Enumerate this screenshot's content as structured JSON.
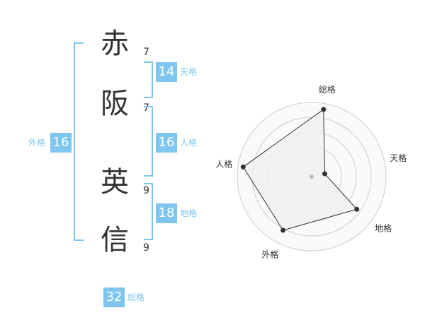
{
  "name": {
    "chars": [
      {
        "char": "赤",
        "strokes": "7"
      },
      {
        "char": "阪",
        "strokes": "7"
      },
      {
        "char": "英",
        "strokes": "9"
      },
      {
        "char": "信",
        "strokes": "9"
      }
    ]
  },
  "fortune": {
    "tenkaku": {
      "label": "天格",
      "value": "14"
    },
    "jinkaku": {
      "label": "人格",
      "value": "16"
    },
    "chikaku": {
      "label": "地格",
      "value": "18"
    },
    "gaikaku": {
      "label": "外格",
      "value": "16"
    },
    "soukaku": {
      "label": "総格",
      "value": "32"
    }
  },
  "chart_data": {
    "type": "radar",
    "axes": [
      "総格",
      "天格",
      "地格",
      "外格",
      "人格"
    ],
    "values": [
      0.92,
      0.18,
      0.75,
      0.82,
      0.93
    ],
    "rings": 5,
    "colors": {
      "accent": "#7fc6ee",
      "fill": "#f0f0f0",
      "line": "#333333",
      "ring": "#cccccc"
    }
  }
}
